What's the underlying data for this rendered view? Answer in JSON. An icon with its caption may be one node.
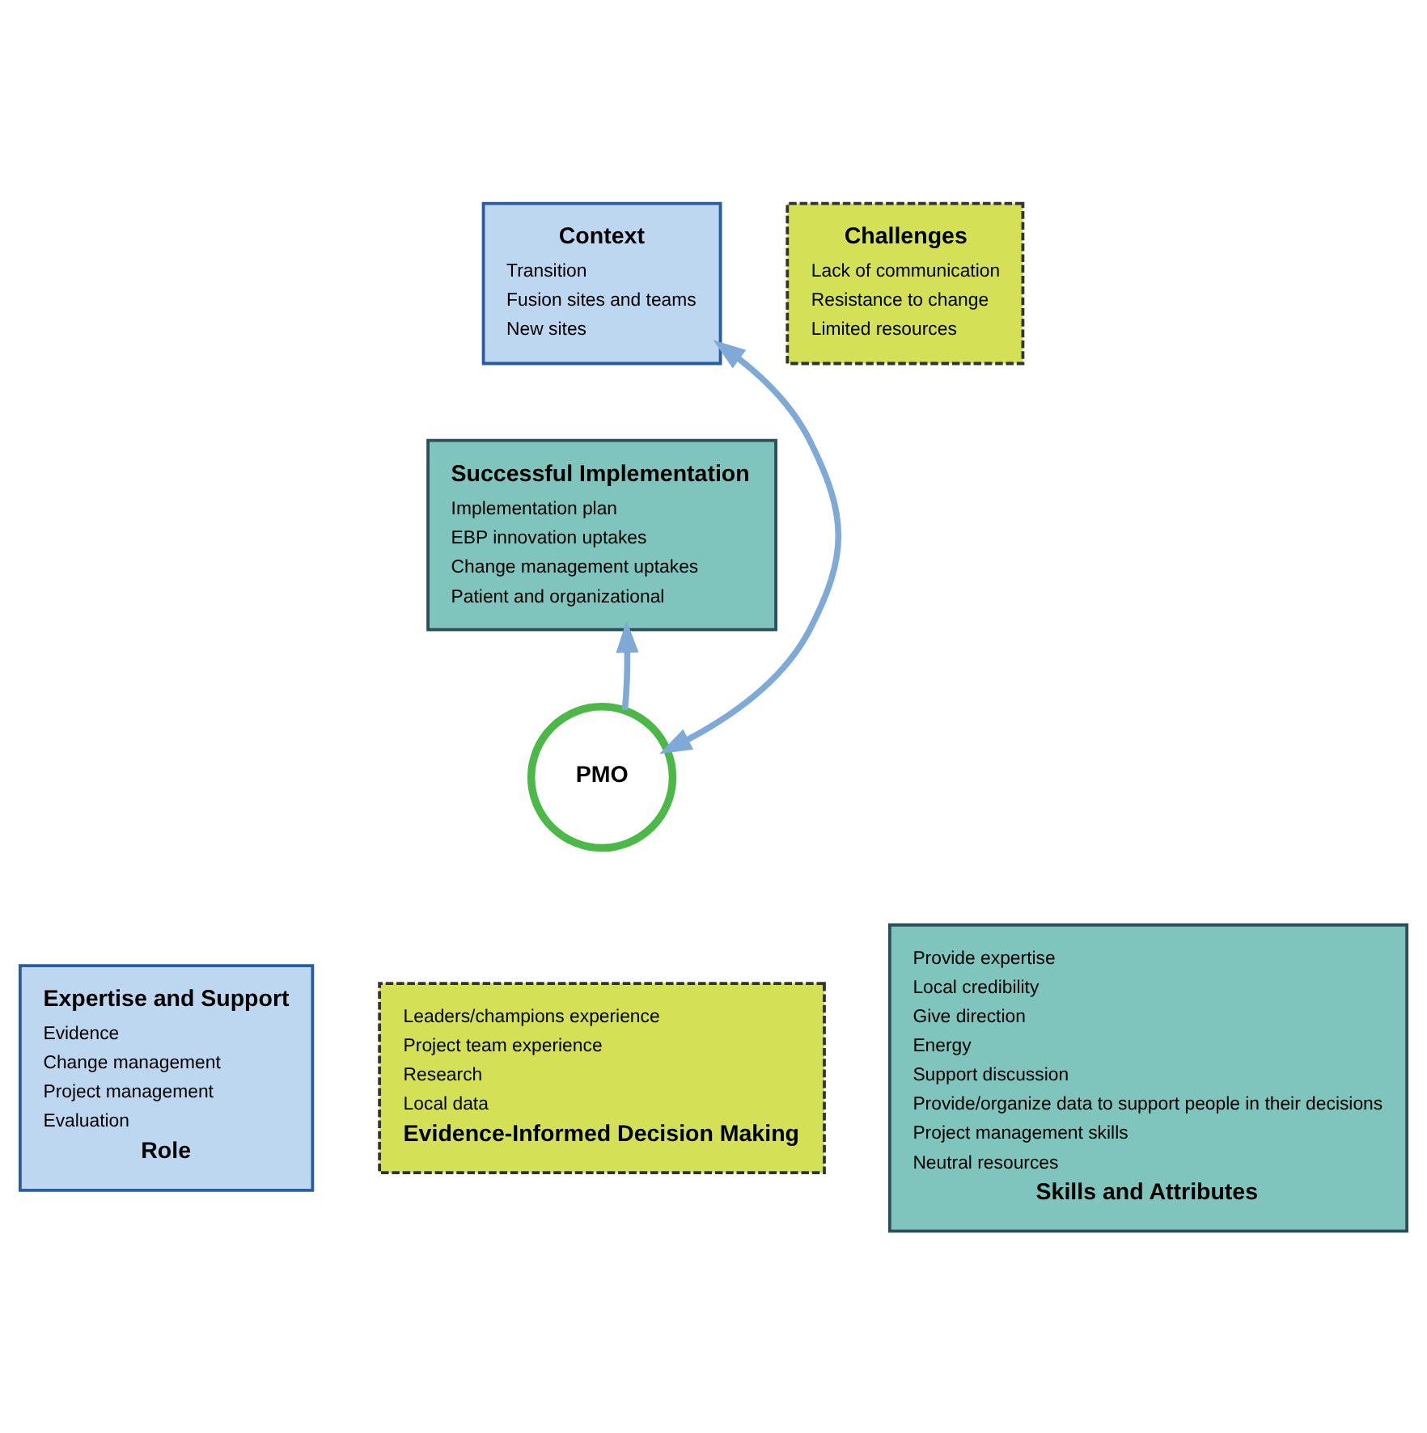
{
  "diagram": {
    "nodes": [
      {
        "text": [
          "Context",
          "Transition",
          "Fusion sites and teams",
          "New sites"
        ]
      },
      {
        "text": [
          "Challenges",
          "Lack of communication",
          "Resistance to change",
          "Limited resources"
        ]
      },
      {
        "text": [
          "Successful Implementation",
          "Implementation plan",
          "EBP innovation uptakes",
          "Change management uptakes",
          "Patient and organizational"
        ]
      },
      {
        "text": [
          "PMO"
        ]
      },
      {
        "text": [
          "Expertise and Support",
          "Evidence",
          "Change management",
          "Project management",
          "Evaluation",
          "Role"
        ]
      },
      {
        "text": [
          "Leaders/champions experience",
          "Project team experience",
          "Research",
          "Local data",
          "Evidence-Informed Decision Making"
        ]
      },
      {
        "text": [
          "Provide expertise",
          "Local credibility",
          "Give direction",
          "Energy",
          "Support discussion",
          "Provide/organize data to support people in their decisions",
          "Project management skills",
          "Neutral resources",
          "Skills and Attributes"
        ]
      }
    ],
    "edges": [
      {
        "from": 3,
        "to": 0,
        "arrow": "both"
      },
      {
        "from": 3,
        "to": 2,
        "arrow": "to"
      }
    ]
  }
}
